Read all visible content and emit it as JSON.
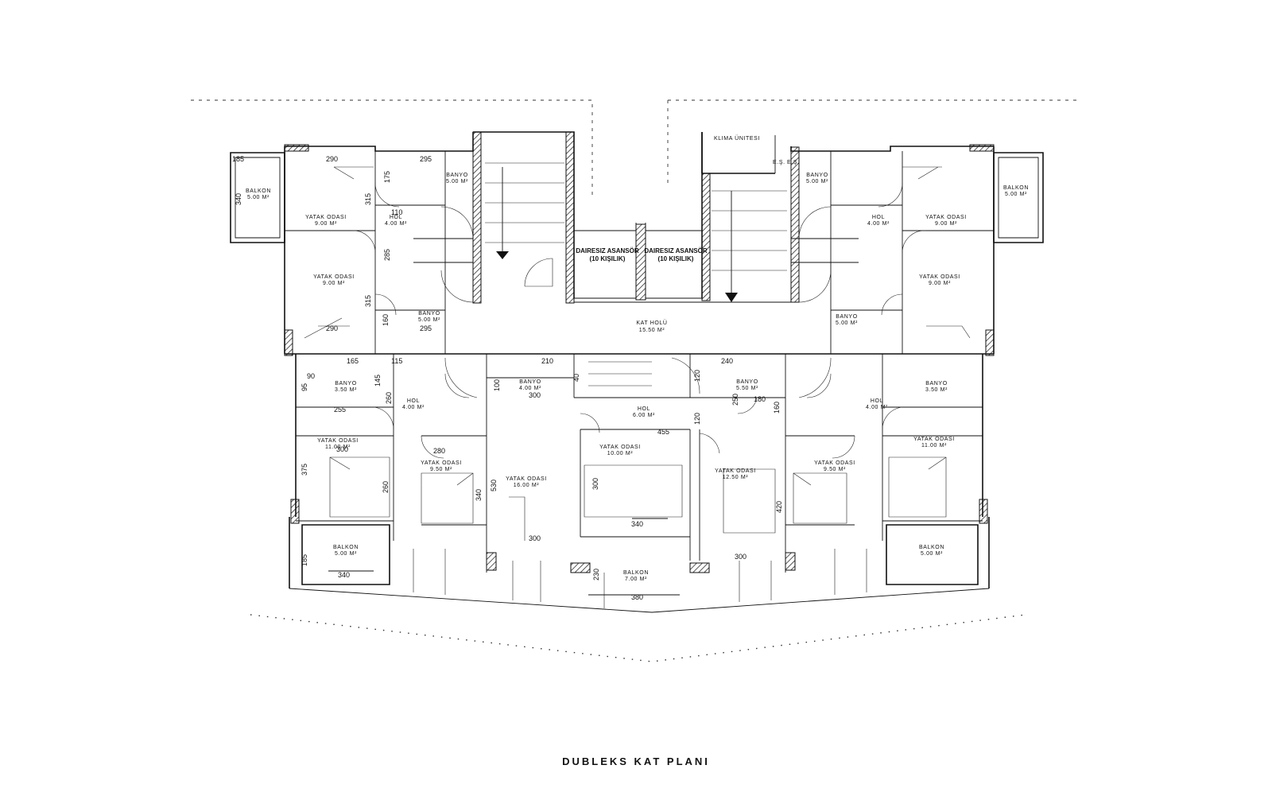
{
  "title": "DUBLEKS KAT PLANI",
  "labels": {
    "klima": "KLIMA ÜNITESI",
    "es1": "E.Ş.",
    "es2": "E.Ş.",
    "elev_left_1": "DAIRESIZ ASANSÖR",
    "elev_left_2": "(10 KIŞILIK)",
    "elev_right_1": "DAIRESIZ ASANSÖR",
    "elev_right_2": "(10 KIŞILIK)",
    "kat_holu_1": "KAT HOLÜ",
    "kat_holu_2": "15.50 M²"
  },
  "rooms": [
    {
      "name": "BALKON",
      "area": "5.00 M²"
    },
    {
      "name": "YATAK ODASI",
      "area": "9.00 M²"
    },
    {
      "name": "HOL",
      "area": "4.00 M²"
    },
    {
      "name": "BANYO",
      "area": "5.00 M²"
    },
    {
      "name": "YATAK ODASI",
      "area": "9.00 M²"
    },
    {
      "name": "BANYO",
      "area": "5.00 M²"
    },
    {
      "name": "BANYO",
      "area": "5.00 M²"
    },
    {
      "name": "HOL",
      "area": "4.00 M²"
    },
    {
      "name": "YATAK ODASI",
      "area": "9.00 M²"
    },
    {
      "name": "BALKON",
      "area": "5.00 M²"
    },
    {
      "name": "YATAK ODASI",
      "area": "9.00 M²"
    },
    {
      "name": "BANYO",
      "area": "5.00 M²"
    },
    {
      "name": "BANYO",
      "area": "3.50 M²"
    },
    {
      "name": "HOL",
      "area": "4.00 M²"
    },
    {
      "name": "YATAK ODASI",
      "area": "11.00 M²"
    },
    {
      "name": "YATAK ODASI",
      "area": "9.50 M²"
    },
    {
      "name": "BALKON",
      "area": "5.00 M²"
    },
    {
      "name": "BANYO",
      "area": "4.00 M²"
    },
    {
      "name": "YATAK ODASI",
      "area": "16.00 M²"
    },
    {
      "name": "HOL",
      "area": "6.00 M²"
    },
    {
      "name": "YATAK ODASI",
      "area": "10.00 M²"
    },
    {
      "name": "BALKON",
      "area": "7.00 M²"
    },
    {
      "name": "BANYO",
      "area": "5.50 M²"
    },
    {
      "name": "YATAK ODASI",
      "area": "12.50 M²"
    },
    {
      "name": "YATAK ODASI",
      "area": "9.50 M²"
    },
    {
      "name": "HOL",
      "area": "4.00 M²"
    },
    {
      "name": "BANYO",
      "area": "3.50 M²"
    },
    {
      "name": "YATAK ODASI",
      "area": "11.00 M²"
    },
    {
      "name": "BALKON",
      "area": "5.00 M²"
    }
  ],
  "dimensions": [
    "185",
    "290",
    "295",
    "340",
    "175",
    "315",
    "110",
    "285",
    "315",
    "290",
    "295",
    "160",
    "165",
    "115",
    "210",
    "240",
    "90",
    "95",
    "145",
    "100",
    "40",
    "120",
    "250",
    "180",
    "160",
    "260",
    "255",
    "300",
    "280",
    "455",
    "120",
    "300",
    "375",
    "260",
    "340",
    "530",
    "300",
    "340",
    "420",
    "300",
    "185",
    "340",
    "230",
    "380",
    "300"
  ]
}
